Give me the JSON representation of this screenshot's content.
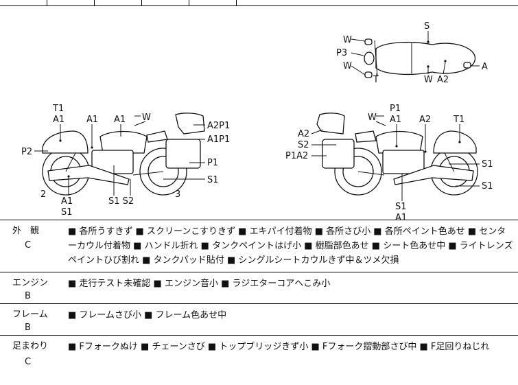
{
  "diagram": {
    "top_bike_labels": [
      "S",
      "W",
      "P3",
      "W",
      "T",
      "W",
      "A2",
      "A"
    ],
    "left_bike_labels": [
      "T1",
      "A1",
      "A1",
      "A1",
      "W",
      "A2P1",
      "A1P1",
      "P2",
      "P1",
      "S1",
      "2",
      "3",
      "A1",
      "S1",
      "S1 S2"
    ],
    "right_bike_labels": [
      "P1",
      "W",
      "A1",
      "A2",
      "T1",
      "A2",
      "S2",
      "P1A2",
      "S1",
      "S1",
      "S1",
      "A1"
    ]
  },
  "sections": [
    {
      "category": "外　観",
      "grade": "C",
      "text": "■ 各所うすきず ■ スクリーンこすりきず ■ エキパイ付着物 ■ 各所さび小 ■ 各所ペイント色あせ ■ センターカウル付着物 ■ ハンドル折れ ■ タンクペイントはげ小 ■ 樹脂部色あせ ■ シート色あせ中 ■ ライトレンズペイントひび割れ ■ タンクパッド貼付 ■ シングルシートカウルきず中＆ツメ欠損"
    },
    {
      "category": "エンジン",
      "grade": "B",
      "text": "■ 走行テスト未確認 ■ エンジン音小 ■ ラジエターコアへこみ小"
    },
    {
      "category": "フレーム",
      "grade": "B",
      "text": "■ フレームさび小 ■ フレーム色あせ中"
    },
    {
      "category": "足まわり",
      "grade": "C",
      "text": "■ Fフォークぬけ ■ チェーンさび ■ トップブリッジきず小 ■ Fフォーク摺動部さび中 ■ F足回りねじれ"
    }
  ]
}
